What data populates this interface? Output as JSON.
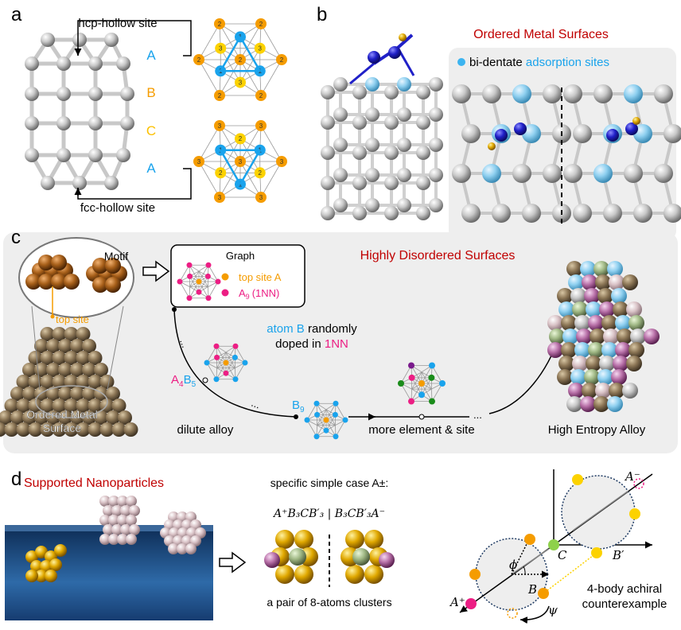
{
  "panel_a": {
    "label": "a",
    "hcp_label": "hcp-hollow site",
    "fcc_label": "fcc-hollow site",
    "layers": [
      "A",
      "B",
      "C",
      "A"
    ],
    "hcp_numbers": {
      "outer": "2",
      "center": "2",
      "blue": "1",
      "yellow": "3"
    },
    "fcc_numbers": {
      "outer": "3",
      "center": "3",
      "blue": "1",
      "yellow": "2"
    }
  },
  "panel_b": {
    "label": "b",
    "title": "Ordered Metal Surfaces",
    "legend_prefix": "bi-dentate",
    "legend_suffix": "adsorption sites"
  },
  "panel_c": {
    "label": "c",
    "title": "Highly Disordered Surfaces",
    "motif_label": "Motif",
    "top_site_label": "top site",
    "ordered_surface_label": "Ordered Metal Surface",
    "graph_label": "Graph",
    "legend_top_site": "top site A",
    "legend_a9": "A",
    "legend_a9_sub": "9",
    "legend_a9_suffix": "(1NN)",
    "doping_line1_colored": "atom B",
    "doping_line1_rest": "randomly",
    "doping_line2_prefix": "doped in",
    "doping_line2_colored": "1NN",
    "a4b5": {
      "a": "A",
      "a_sub": "4",
      "b": "B",
      "b_sub": "5"
    },
    "b9": {
      "b": "B",
      "b_sub": "9"
    },
    "dilute_alloy": "dilute alloy",
    "more_element": "more element & site",
    "hea_label": "High Entropy Alloy",
    "ellipsis": "..."
  },
  "panel_d": {
    "label": "d",
    "title": "Supported Nanoparticles",
    "case_label": "specific simple case A±:",
    "formula": "A⁺B₃CB′₃ | B₃CB′₃A⁻",
    "pair_label": "a pair of 8-atoms clusters",
    "counterexample_line1": "4-body achiral",
    "counterexample_line2": "counterexample",
    "symbols": {
      "a_minus": "A⁻",
      "a_plus": "A⁺",
      "c": "C",
      "b_prime": "B′",
      "b": "B",
      "phi": "ϕ",
      "psi": "ψ"
    }
  },
  "colors": {
    "blue": "#1aa3ec",
    "orange": "#f59c00",
    "yellow": "#fcd200",
    "magenta": "#ec1e84",
    "dark_red": "#c00000",
    "green": "#8ed14b",
    "panel_bg": "#eeeeee"
  }
}
